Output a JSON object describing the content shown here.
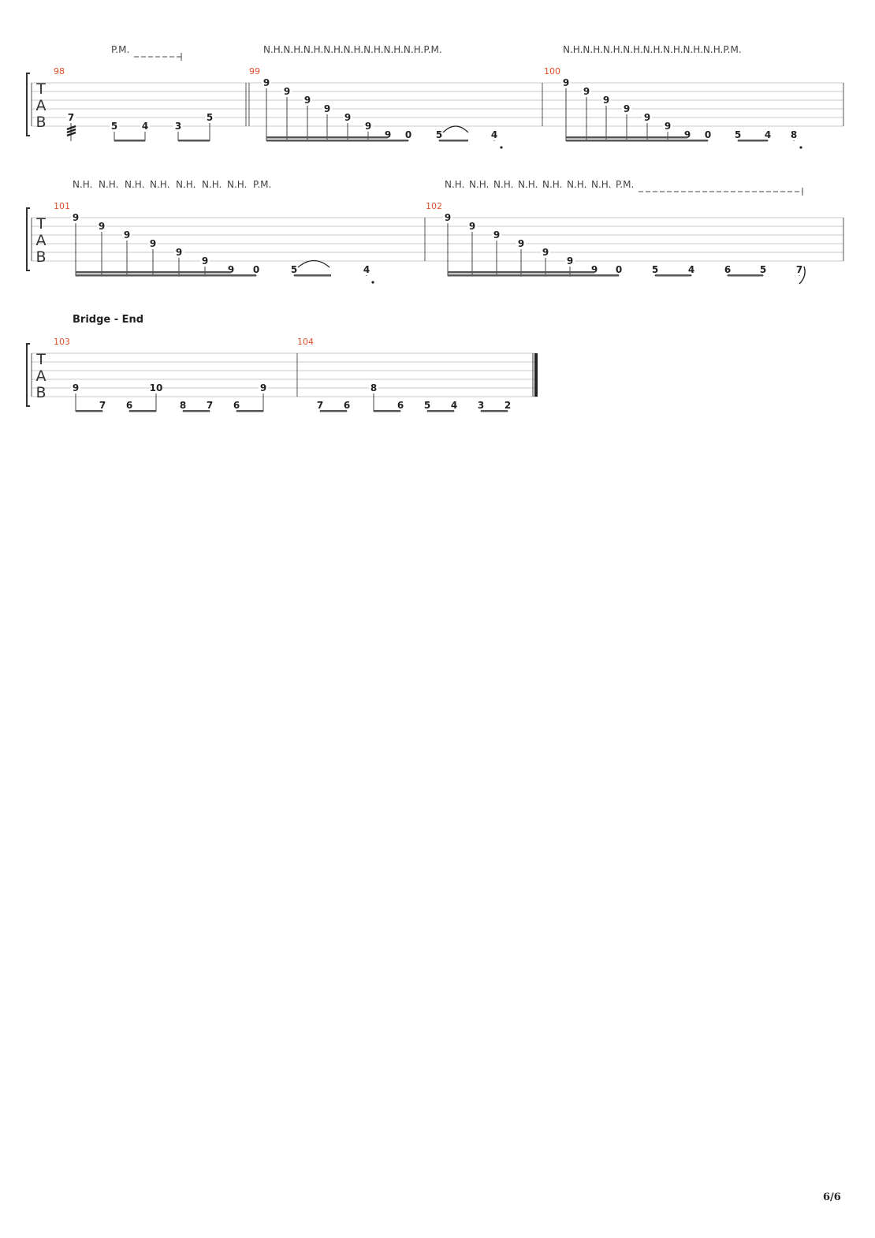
{
  "tab_label": [
    "T",
    "A",
    "B"
  ],
  "systems": [
    {
      "lines": [
        {
          "text": "P.M."
        },
        {
          "text": "N.H.N.H.N.H.N.H.N.H.N.H.N.H.N.H.P.M."
        },
        {
          "text": "N.H.N.H.N.H.N.H.N.H.N.H.N.H.N.H.P.M."
        }
      ],
      "measures": [
        {
          "number": "98",
          "notes": [
            {
              "fret": "7",
              "string": 4
            },
            {
              "fret": "5",
              "string": 5
            },
            {
              "fret": "4",
              "string": 5
            },
            {
              "fret": "3",
              "string": 5
            },
            {
              "fret": "5",
              "string": 4
            }
          ]
        },
        {
          "number": "99",
          "notes": [
            {
              "fret": "9",
              "string": 0
            },
            {
              "fret": "9",
              "string": 1
            },
            {
              "fret": "9",
              "string": 2
            },
            {
              "fret": "9",
              "string": 3
            },
            {
              "fret": "9",
              "string": 4
            },
            {
              "fret": "9",
              "string": 5
            },
            {
              "fret": "9",
              "string": 6
            },
            {
              "fret": "0",
              "string": 6
            },
            {
              "fret": "5",
              "string": 6
            },
            {
              "fret": "4",
              "string": 6
            }
          ]
        },
        {
          "number": "100",
          "notes": [
            {
              "fret": "9",
              "string": 0
            },
            {
              "fret": "9",
              "string": 1
            },
            {
              "fret": "9",
              "string": 2
            },
            {
              "fret": "9",
              "string": 3
            },
            {
              "fret": "9",
              "string": 4
            },
            {
              "fret": "9",
              "string": 5
            },
            {
              "fret": "9",
              "string": 6
            },
            {
              "fret": "0",
              "string": 6
            },
            {
              "fret": "5",
              "string": 6
            },
            {
              "fret": "4",
              "string": 6
            },
            {
              "fret": "8",
              "string": 6
            }
          ]
        }
      ]
    },
    {
      "lines": [
        {
          "text": "N.H."
        },
        {
          "text": "N.H."
        },
        {
          "text": "N.H."
        },
        {
          "text": "N.H."
        },
        {
          "text": "N.H."
        },
        {
          "text": "N.H."
        },
        {
          "text": "N.H."
        },
        {
          "text": "P.M."
        },
        {
          "text": "N.H."
        },
        {
          "text": "N.H."
        },
        {
          "text": "N.H."
        },
        {
          "text": "N.H."
        },
        {
          "text": "N.H."
        },
        {
          "text": "N.H."
        },
        {
          "text": "N.H."
        },
        {
          "text": "P.M."
        }
      ],
      "measures": [
        {
          "number": "101",
          "notes": [
            {
              "fret": "9",
              "string": 0
            },
            {
              "fret": "9",
              "string": 1
            },
            {
              "fret": "9",
              "string": 2
            },
            {
              "fret": "9",
              "string": 3
            },
            {
              "fret": "9",
              "string": 4
            },
            {
              "fret": "9",
              "string": 5
            },
            {
              "fret": "9",
              "string": 6
            },
            {
              "fret": "0",
              "string": 6
            },
            {
              "fret": "5",
              "string": 6
            },
            {
              "fret": "4",
              "string": 6
            }
          ]
        },
        {
          "number": "102",
          "notes": [
            {
              "fret": "9",
              "string": 0
            },
            {
              "fret": "9",
              "string": 1
            },
            {
              "fret": "9",
              "string": 2
            },
            {
              "fret": "9",
              "string": 3
            },
            {
              "fret": "9",
              "string": 4
            },
            {
              "fret": "9",
              "string": 5
            },
            {
              "fret": "9",
              "string": 6
            },
            {
              "fret": "0",
              "string": 6
            },
            {
              "fret": "5",
              "string": 6
            },
            {
              "fret": "4",
              "string": 6
            },
            {
              "fret": "6",
              "string": 6
            },
            {
              "fret": "5",
              "string": 6
            },
            {
              "fret": "7",
              "string": 6
            }
          ]
        }
      ]
    },
    {
      "section": "Bridge - End",
      "measures": [
        {
          "number": "103",
          "notes": [
            {
              "fret": "9",
              "string": 4
            },
            {
              "fret": "7",
              "string": 6
            },
            {
              "fret": "6",
              "string": 6
            },
            {
              "fret": "10",
              "string": 4
            },
            {
              "fret": "8",
              "string": 6
            },
            {
              "fret": "7",
              "string": 6
            },
            {
              "fret": "6",
              "string": 6
            },
            {
              "fret": "9",
              "string": 4
            }
          ]
        },
        {
          "number": "104",
          "notes": [
            {
              "fret": "7",
              "string": 6
            },
            {
              "fret": "6",
              "string": 6
            },
            {
              "fret": "8",
              "string": 4
            },
            {
              "fret": "6",
              "string": 6
            },
            {
              "fret": "5",
              "string": 6
            },
            {
              "fret": "4",
              "string": 6
            },
            {
              "fret": "3",
              "string": 6
            },
            {
              "fret": "2",
              "string": 6
            }
          ]
        }
      ]
    }
  ],
  "page_number": "6/6",
  "colors": {
    "measure_number": "#e0502a",
    "staff_line": "#c8c8c8",
    "ink": "#222222"
  }
}
